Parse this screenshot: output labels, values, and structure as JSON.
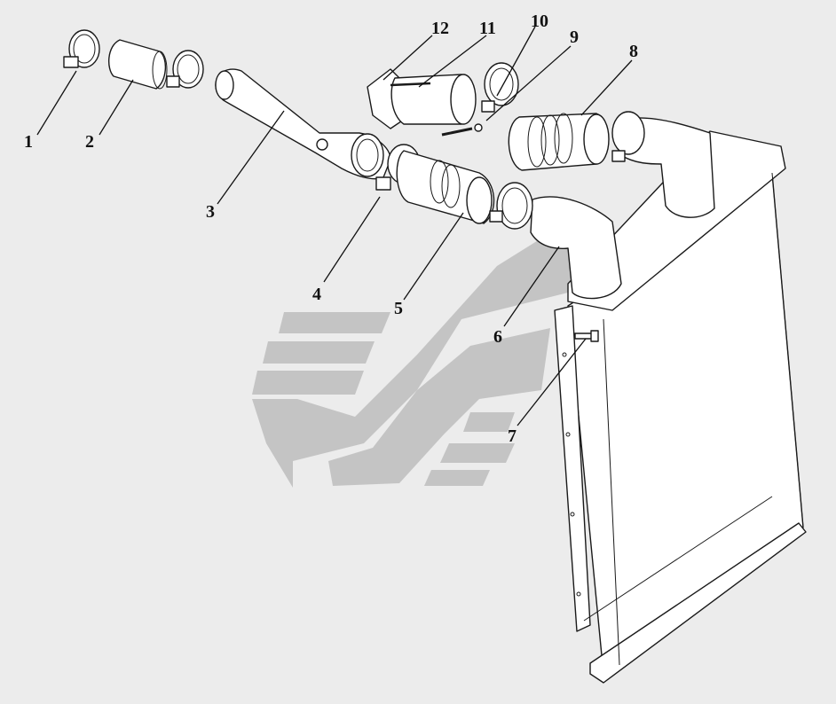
{
  "callouts": [
    {
      "label": "1"
    },
    {
      "label": "2"
    },
    {
      "label": "3"
    },
    {
      "label": "4"
    },
    {
      "label": "5"
    },
    {
      "label": "6"
    },
    {
      "label": "7"
    },
    {
      "label": "8"
    },
    {
      "label": "9"
    },
    {
      "label": "10"
    },
    {
      "label": "11"
    },
    {
      "label": "12"
    }
  ],
  "colors": {
    "background": "#ececec",
    "line": "#1a1a1a",
    "watermark": "#bdbdbd"
  }
}
